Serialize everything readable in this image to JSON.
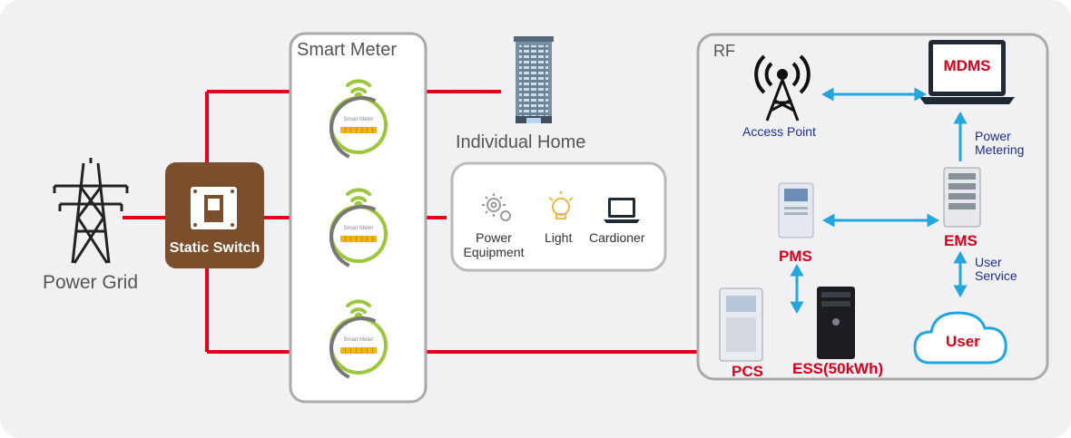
{
  "labels": {
    "power_grid": "Power Grid",
    "static_switch": "Static Switch",
    "smart_meter": "Smart Meter",
    "meter_face": "Smart Meter",
    "individual_home": "Individual Home",
    "power_equipment": "Power\nEquipment",
    "light": "Light",
    "cardioner": "Cardioner",
    "rf": "RF",
    "access_point": "Access Point",
    "mdms": "MDMS",
    "power_metering": "Power\nMetering",
    "pms": "PMS",
    "ems": "EMS",
    "user_service": "User\nService",
    "user": "User",
    "pcs": "PCS",
    "ess": "ESS(50kWh)"
  },
  "colors": {
    "wire": "#e3001b",
    "link": "#22a6dd",
    "switch": "#7b4f2c",
    "meter_ring": "#9cc73a",
    "label_red": "#d6001c",
    "label_navy": "#1d2f8c"
  },
  "icons": [
    "transmission-tower-icon",
    "switch-icon",
    "wifi-icon",
    "building-icon",
    "gear-icon",
    "bulb-icon",
    "laptop-icon",
    "antenna-icon",
    "server-icon",
    "cloud-icon"
  ]
}
